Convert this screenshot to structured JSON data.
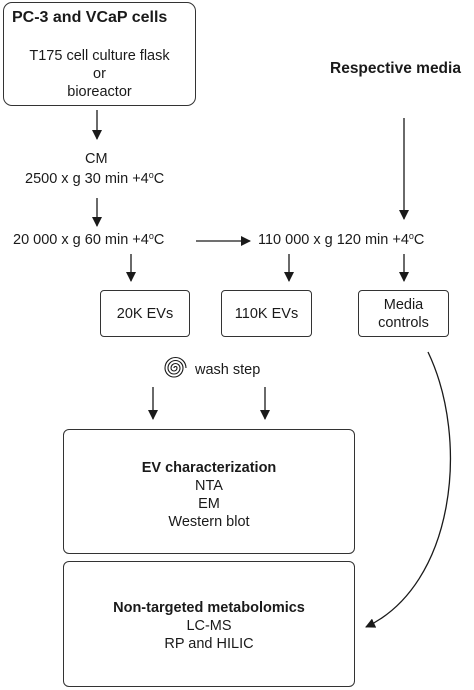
{
  "source_box": {
    "title": "PC-3 and VCaP cells",
    "lines": [
      "T175 cell culture flask",
      "or",
      "bioreactor"
    ]
  },
  "media_label": "Respective media",
  "step_cm": "CM",
  "step_2500": {
    "text": "2500 x g 30 min +4",
    "sup": "o",
    "unit": "C"
  },
  "step_20000": {
    "text": "20 000 x g 60 min +4",
    "sup": "o",
    "unit": "C"
  },
  "step_110000": {
    "text": "110 000 x g 120 min +4",
    "sup": "o",
    "unit": "C"
  },
  "box_20k": "20K EVs",
  "box_110k": "110K EVs",
  "box_media": [
    "Media",
    "controls"
  ],
  "wash_step": "wash step",
  "ev_box": {
    "title": "EV characterization",
    "lines": [
      "NTA",
      "EM",
      "Western blot"
    ]
  },
  "meta_box": {
    "title": "Non-targeted metabolomics",
    "lines": [
      "LC-MS",
      "RP and HILIC"
    ]
  }
}
